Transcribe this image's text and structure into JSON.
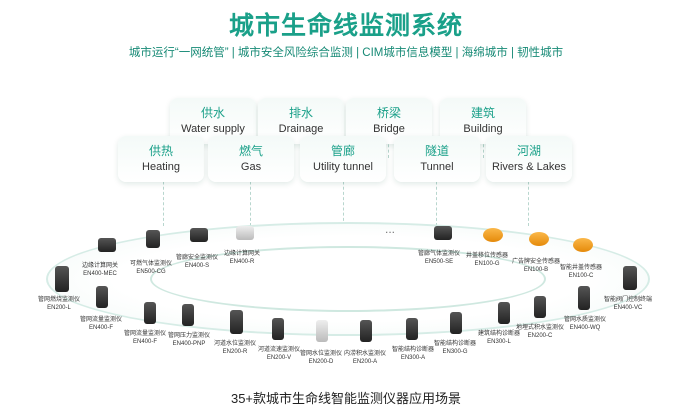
{
  "title": "城市生命线监测系统",
  "subtitle": "城市运行“一网统管” | 城市安全风险综合监测 | CIM城市信息模型 | 海绵城市 | 韧性城市",
  "caption": "35+款城市生命线智能监测仪器应用场景",
  "scenarios": [
    {
      "zh": "供水",
      "en": "Water supply"
    },
    {
      "zh": "排水",
      "en": "Drainage"
    },
    {
      "zh": "桥梁",
      "en": "Bridge"
    },
    {
      "zh": "建筑",
      "en": "Building"
    },
    {
      "zh": "供热",
      "en": "Heating"
    },
    {
      "zh": "燃气",
      "en": "Gas"
    },
    {
      "zh": "管廊",
      "en": "Utility tunnel"
    },
    {
      "zh": "隧道",
      "en": "Tunnel"
    },
    {
      "zh": "河湖",
      "en": "Rivers & Lakes"
    }
  ],
  "ellipsis": "...",
  "devices": [
    {
      "name": "管网燃烧监测仪",
      "model": "EN200-L"
    },
    {
      "name": "管网流量监测仪",
      "model": "EN400-F"
    },
    {
      "name": "管网流量监测仪",
      "model": "EN400-F"
    },
    {
      "name": "管网压力监测仪",
      "model": "EN400-PNP"
    },
    {
      "name": "河道水位监测仪",
      "model": "EN200-R"
    },
    {
      "name": "河道流速监测仪",
      "model": "EN200-V"
    },
    {
      "name": "管网水位监测仪",
      "model": "EN200-D"
    },
    {
      "name": "内涝积水监测仪",
      "model": "EN200-A"
    },
    {
      "name": "智能结构诊断器",
      "model": "EN300-A"
    },
    {
      "name": "智能结构诊断器",
      "model": "EN300-G"
    },
    {
      "name": "建筑结构诊断器",
      "model": "EN300-L"
    },
    {
      "name": "地埋式积水监测仪",
      "model": "EN200-C"
    },
    {
      "name": "管网水质监测仪",
      "model": "EN400-WQ"
    },
    {
      "name": "智能阀门控制终端",
      "model": "EN400-VC"
    },
    {
      "name": "智能井盖传感器",
      "model": "EN100-C"
    },
    {
      "name": "广告牌安全传感器",
      "model": "EN100-B"
    },
    {
      "name": "井盖移位传感器",
      "model": "EN100-G"
    },
    {
      "name": "管廊气体监测仪",
      "model": "EN500-SE"
    },
    {
      "name": "边缘计算网关",
      "model": "EN400-R"
    },
    {
      "name": "管廊安全监测仪",
      "model": "EN400-S"
    },
    {
      "name": "可燃气体监测仪",
      "model": "EN500-CG"
    },
    {
      "name": "边缘计算网关",
      "model": "EN400-MEC"
    }
  ]
}
